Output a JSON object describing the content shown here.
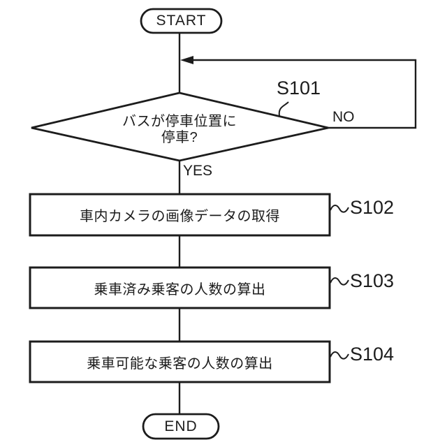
{
  "figure": {
    "background_color": "#ffffff",
    "line_color": "#1c1c1c"
  },
  "flowchart": {
    "start": {
      "label": "START"
    },
    "decision_s101": {
      "step_label": "S101",
      "text_line1": "バスが停車位置に",
      "text_line2": "停車?",
      "yes_label": "YES",
      "no_label": "NO"
    },
    "process_s102": {
      "step_label": "S102",
      "text": "車内カメラの画像データの取得"
    },
    "process_s103": {
      "step_label": "S103",
      "text": "乗車済み乗客の人数の算出"
    },
    "process_s104": {
      "step_label": "S104",
      "text": "乗車可能な乗客の人数の算出"
    },
    "end": {
      "label": "END"
    }
  }
}
